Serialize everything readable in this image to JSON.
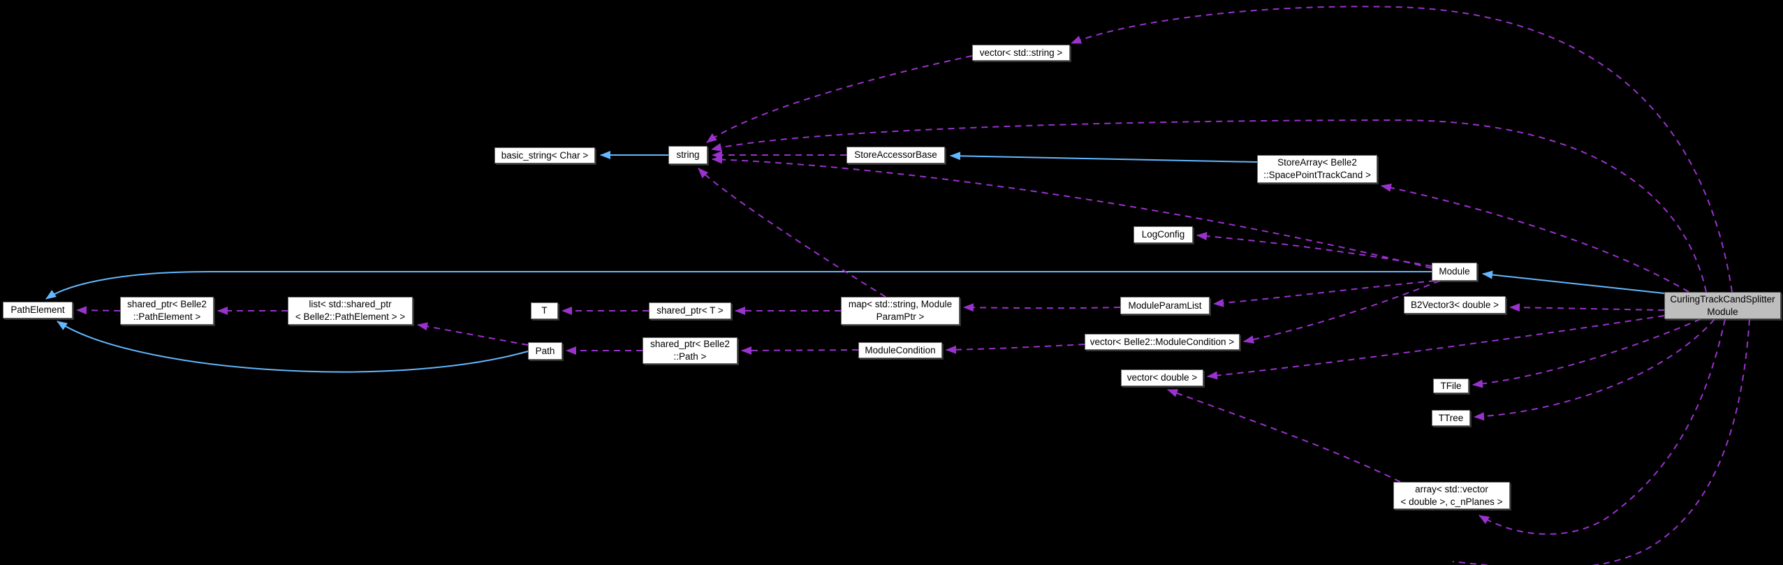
{
  "diagram": {
    "type": "collaboration-graph",
    "main_class": "CurlingTrackCandSplitterModule",
    "colors": {
      "background": "#000000",
      "node_fill": "#ffffff",
      "node_border": "#6e6e6e",
      "highlight_node_fill": "#bebebe",
      "text": "#000000",
      "inheritance_edge": "#63b8ff",
      "usage_edge": "#9a32cd"
    },
    "nodes": {
      "path_element": {
        "line1": "PathElement"
      },
      "shared_ptr_path_element": {
        "line1": "shared_ptr< Belle2",
        "line2": "::PathElement >"
      },
      "list_shared_ptr": {
        "line1": "list< std::shared_ptr",
        "line2": "< Belle2::PathElement > >"
      },
      "t": {
        "line1": "T"
      },
      "shared_ptr_t": {
        "line1": "shared_ptr< T >"
      },
      "map_moduleparamptr": {
        "line1": "map< std::string, Module",
        "line2": "ParamPtr >"
      },
      "path": {
        "line1": "Path"
      },
      "shared_ptr_path": {
        "line1": "shared_ptr< Belle2",
        "line2": "::Path >"
      },
      "module_condition": {
        "line1": "ModuleCondition"
      },
      "vector_module_condition": {
        "line1": "vector< Belle2::ModuleCondition >"
      },
      "vector_double": {
        "line1": "vector< double >"
      },
      "module_param_list": {
        "line1": "ModuleParamList"
      },
      "b2vector3": {
        "line1": "B2Vector3< double >"
      },
      "basic_string": {
        "line1": "basic_string< Char >"
      },
      "string": {
        "line1": "string"
      },
      "store_accessor_base": {
        "line1": "StoreAccessorBase"
      },
      "store_array": {
        "line1": "StoreArray< Belle2",
        "line2": "::SpacePointTrackCand >"
      },
      "vector_string": {
        "line1": "vector< std::string >"
      },
      "log_config": {
        "line1": "LogConfig"
      },
      "module": {
        "line1": "Module"
      },
      "tfile": {
        "line1": "TFile"
      },
      "ttree": {
        "line1": "TTree"
      },
      "array_vector_double": {
        "line1": "array< std::vector",
        "line2": "< double >, c_nPlanes >"
      },
      "main": {
        "line1": "CurlingTrackCandSplitter",
        "line2": "Module"
      }
    }
  }
}
